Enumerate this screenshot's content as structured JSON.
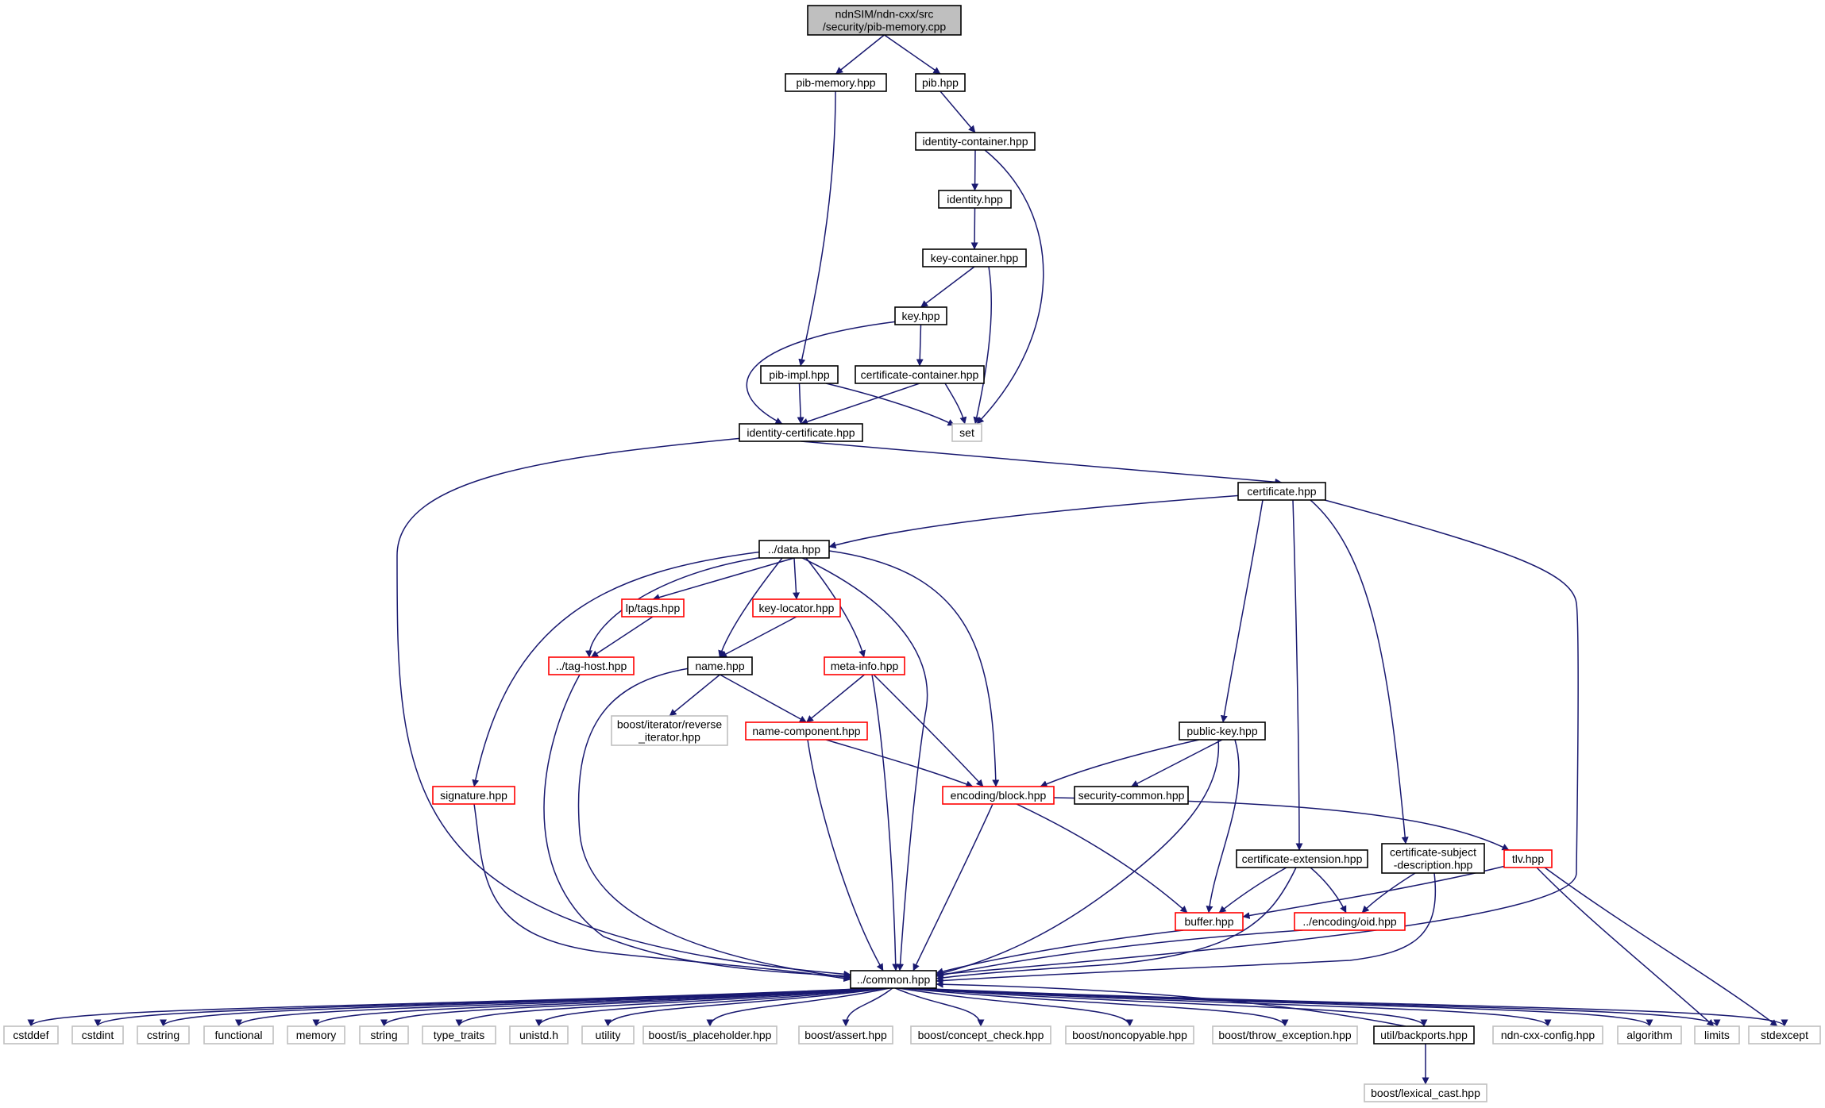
{
  "graph": {
    "edge_color": "#191970",
    "style_colors": {
      "root": "#bfbfbf",
      "documented": "#000000",
      "truncated": "#ff0000",
      "external": "#bfbfbf"
    },
    "nodes": [
      {
        "id": "root",
        "label": "ndnSIM/ndn-cxx/src\n/security/pib-memory.cpp",
        "style": "root"
      },
      {
        "id": "pibmem",
        "label": "pib-memory.hpp",
        "style": "doc"
      },
      {
        "id": "pib",
        "label": "pib.hpp",
        "style": "doc"
      },
      {
        "id": "idcont",
        "label": "identity-container.hpp",
        "style": "doc"
      },
      {
        "id": "identity",
        "label": "identity.hpp",
        "style": "doc"
      },
      {
        "id": "keycont",
        "label": "key-container.hpp",
        "style": "doc"
      },
      {
        "id": "key",
        "label": "key.hpp",
        "style": "doc"
      },
      {
        "id": "pibimpl",
        "label": "pib-impl.hpp",
        "style": "doc"
      },
      {
        "id": "certcont",
        "label": "certificate-container.hpp",
        "style": "doc"
      },
      {
        "id": "idcert",
        "label": "identity-certificate.hpp",
        "style": "doc"
      },
      {
        "id": "set",
        "label": "set",
        "style": "ext"
      },
      {
        "id": "cert",
        "label": "certificate.hpp",
        "style": "doc"
      },
      {
        "id": "data",
        "label": "../data.hpp",
        "style": "doc"
      },
      {
        "id": "lptags",
        "label": "lp/tags.hpp",
        "style": "red"
      },
      {
        "id": "keyloc",
        "label": "key-locator.hpp",
        "style": "red"
      },
      {
        "id": "taghost",
        "label": "../tag-host.hpp",
        "style": "red"
      },
      {
        "id": "name",
        "label": "name.hpp",
        "style": "doc"
      },
      {
        "id": "metainfo",
        "label": "meta-info.hpp",
        "style": "red"
      },
      {
        "id": "revit",
        "label": "boost/iterator/reverse\n_iterator.hpp",
        "style": "ext"
      },
      {
        "id": "namecomp",
        "label": "name-component.hpp",
        "style": "red"
      },
      {
        "id": "pubkey",
        "label": "public-key.hpp",
        "style": "doc"
      },
      {
        "id": "signature",
        "label": "signature.hpp",
        "style": "red"
      },
      {
        "id": "block",
        "label": "encoding/block.hpp",
        "style": "red"
      },
      {
        "id": "seccommon",
        "label": "security-common.hpp",
        "style": "doc"
      },
      {
        "id": "certext",
        "label": "certificate-extension.hpp",
        "style": "doc"
      },
      {
        "id": "certsubj",
        "label": "certificate-subject\n-description.hpp",
        "style": "doc"
      },
      {
        "id": "tlv",
        "label": "tlv.hpp",
        "style": "red"
      },
      {
        "id": "buffer",
        "label": "buffer.hpp",
        "style": "red"
      },
      {
        "id": "oid",
        "label": "../encoding/oid.hpp",
        "style": "red"
      },
      {
        "id": "common",
        "label": "../common.hpp",
        "style": "doc"
      },
      {
        "id": "cstddef",
        "label": "cstddef",
        "style": "ext"
      },
      {
        "id": "cstdint",
        "label": "cstdint",
        "style": "ext"
      },
      {
        "id": "cstring",
        "label": "cstring",
        "style": "ext"
      },
      {
        "id": "functional",
        "label": "functional",
        "style": "ext"
      },
      {
        "id": "memory",
        "label": "memory",
        "style": "ext"
      },
      {
        "id": "string",
        "label": "string",
        "style": "ext"
      },
      {
        "id": "typetraits",
        "label": "type_traits",
        "style": "ext"
      },
      {
        "id": "unistd",
        "label": "unistd.h",
        "style": "ext"
      },
      {
        "id": "utility",
        "label": "utility",
        "style": "ext"
      },
      {
        "id": "isplaceholder",
        "label": "boost/is_placeholder.hpp",
        "style": "ext"
      },
      {
        "id": "assert",
        "label": "boost/assert.hpp",
        "style": "ext"
      },
      {
        "id": "conceptcheck",
        "label": "boost/concept_check.hpp",
        "style": "ext"
      },
      {
        "id": "noncopyable",
        "label": "boost/noncopyable.hpp",
        "style": "ext"
      },
      {
        "id": "throwexc",
        "label": "boost/throw_exception.hpp",
        "style": "ext"
      },
      {
        "id": "backports",
        "label": "util/backports.hpp",
        "style": "doc"
      },
      {
        "id": "ndncxxconfig",
        "label": "ndn-cxx-config.hpp",
        "style": "ext"
      },
      {
        "id": "algorithm",
        "label": "algorithm",
        "style": "ext"
      },
      {
        "id": "limits",
        "label": "limits",
        "style": "ext"
      },
      {
        "id": "stdexcept",
        "label": "stdexcept",
        "style": "ext"
      },
      {
        "id": "lexicalcast",
        "label": "boost/lexical_cast.hpp",
        "style": "ext"
      }
    ],
    "edges": [
      [
        "root",
        "pibmem"
      ],
      [
        "root",
        "pib"
      ],
      [
        "pibmem",
        "pibimpl"
      ],
      [
        "pib",
        "idcont"
      ],
      [
        "idcont",
        "identity"
      ],
      [
        "idcont",
        "set"
      ],
      [
        "identity",
        "keycont"
      ],
      [
        "keycont",
        "key"
      ],
      [
        "keycont",
        "set"
      ],
      [
        "key",
        "certcont"
      ],
      [
        "key",
        "idcert"
      ],
      [
        "pibimpl",
        "idcert"
      ],
      [
        "pibimpl",
        "set"
      ],
      [
        "certcont",
        "idcert"
      ],
      [
        "certcont",
        "set"
      ],
      [
        "idcert",
        "cert"
      ],
      [
        "idcert",
        "common"
      ],
      [
        "cert",
        "data"
      ],
      [
        "cert",
        "pubkey"
      ],
      [
        "cert",
        "certext"
      ],
      [
        "cert",
        "certsubj"
      ],
      [
        "cert",
        "common"
      ],
      [
        "data",
        "lptags"
      ],
      [
        "data",
        "keyloc"
      ],
      [
        "data",
        "taghost"
      ],
      [
        "data",
        "name"
      ],
      [
        "data",
        "metainfo"
      ],
      [
        "data",
        "signature"
      ],
      [
        "data",
        "block"
      ],
      [
        "data",
        "common"
      ],
      [
        "lptags",
        "taghost"
      ],
      [
        "keyloc",
        "name"
      ],
      [
        "taghost",
        "common"
      ],
      [
        "name",
        "revit"
      ],
      [
        "name",
        "namecomp"
      ],
      [
        "name",
        "common"
      ],
      [
        "metainfo",
        "namecomp"
      ],
      [
        "metainfo",
        "block"
      ],
      [
        "metainfo",
        "common"
      ],
      [
        "namecomp",
        "block"
      ],
      [
        "namecomp",
        "common"
      ],
      [
        "signature",
        "common"
      ],
      [
        "pubkey",
        "block"
      ],
      [
        "pubkey",
        "seccommon"
      ],
      [
        "pubkey",
        "buffer"
      ],
      [
        "pubkey",
        "common"
      ],
      [
        "block",
        "tlv"
      ],
      [
        "block",
        "buffer"
      ],
      [
        "block",
        "common"
      ],
      [
        "certext",
        "buffer"
      ],
      [
        "certext",
        "oid"
      ],
      [
        "certext",
        "common"
      ],
      [
        "certsubj",
        "oid"
      ],
      [
        "certsubj",
        "common"
      ],
      [
        "tlv",
        "buffer"
      ],
      [
        "tlv",
        "limits"
      ],
      [
        "tlv",
        "stdexcept"
      ],
      [
        "buffer",
        "common"
      ],
      [
        "oid",
        "common"
      ],
      [
        "common",
        "cstddef"
      ],
      [
        "common",
        "cstdint"
      ],
      [
        "common",
        "cstring"
      ],
      [
        "common",
        "functional"
      ],
      [
        "common",
        "memory"
      ],
      [
        "common",
        "string"
      ],
      [
        "common",
        "typetraits"
      ],
      [
        "common",
        "unistd"
      ],
      [
        "common",
        "utility"
      ],
      [
        "common",
        "isplaceholder"
      ],
      [
        "common",
        "assert"
      ],
      [
        "common",
        "conceptcheck"
      ],
      [
        "common",
        "noncopyable"
      ],
      [
        "common",
        "throwexc"
      ],
      [
        "common",
        "backports"
      ],
      [
        "common",
        "ndncxxconfig"
      ],
      [
        "common",
        "algorithm"
      ],
      [
        "common",
        "limits"
      ],
      [
        "common",
        "stdexcept"
      ],
      [
        "backports",
        "common"
      ],
      [
        "backports",
        "lexicalcast"
      ]
    ]
  }
}
